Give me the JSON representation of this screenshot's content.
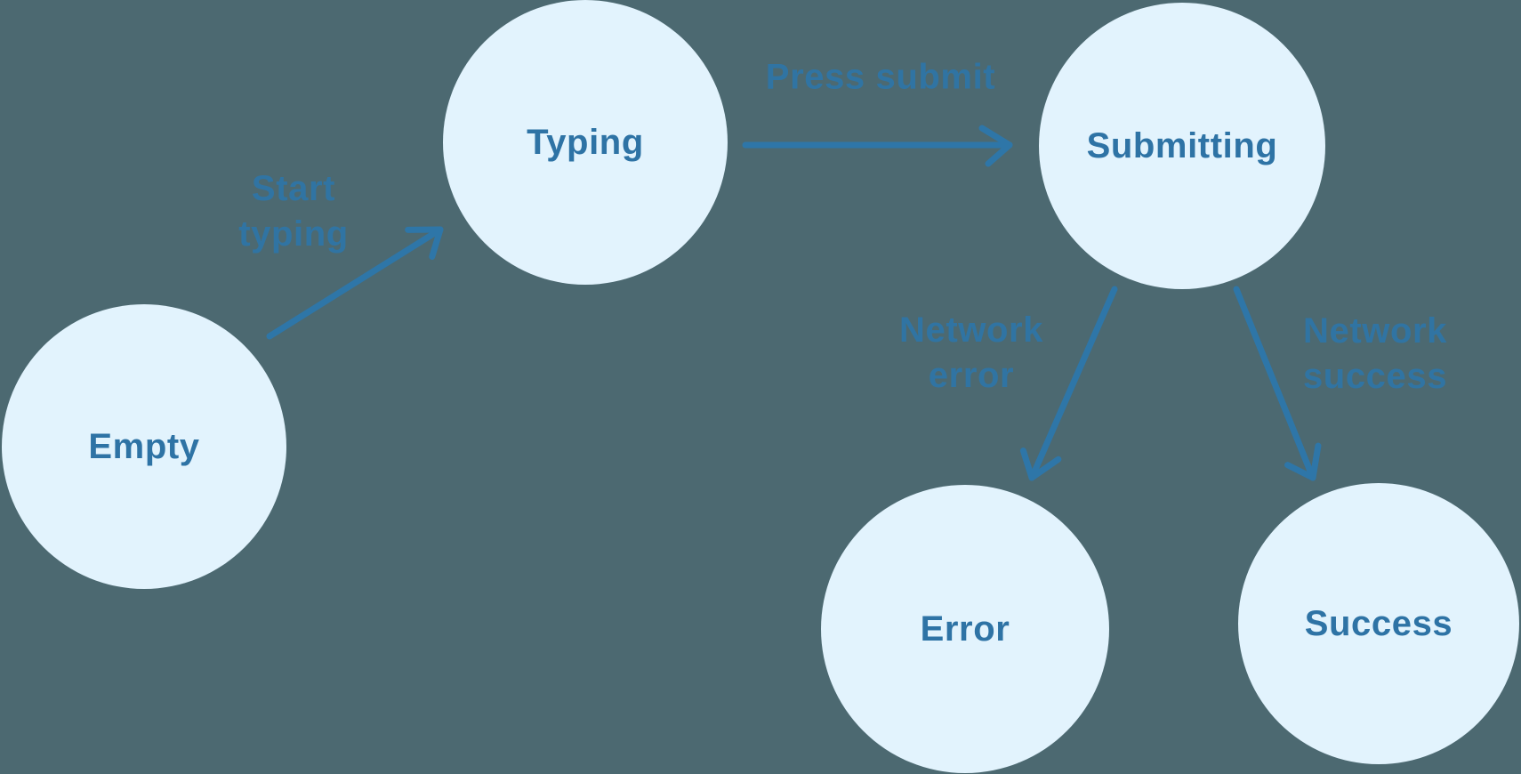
{
  "diagram": {
    "kind": "state-machine",
    "nodes": [
      {
        "id": "empty",
        "label": "Empty"
      },
      {
        "id": "typing",
        "label": "Typing"
      },
      {
        "id": "submitting",
        "label": "Submitting"
      },
      {
        "id": "error",
        "label": "Error"
      },
      {
        "id": "success",
        "label": "Success"
      }
    ],
    "edges": [
      {
        "from": "empty",
        "to": "typing",
        "label": "Start typing",
        "label_line1": "Start",
        "label_line2": "typing"
      },
      {
        "from": "typing",
        "to": "submitting",
        "label": "Press submit"
      },
      {
        "from": "submitting",
        "to": "error",
        "label": "Network error",
        "label_line1": "Network",
        "label_line2": "error"
      },
      {
        "from": "submitting",
        "to": "success",
        "label": "Network success",
        "label_line1": "Network",
        "label_line2": "success"
      }
    ]
  },
  "colors": {
    "background": "#4C6971",
    "node-fill": "#E2F3FD",
    "node-text": "#2E73A5",
    "edge": "#2E76A8",
    "edge-label": "#2E76A8"
  }
}
